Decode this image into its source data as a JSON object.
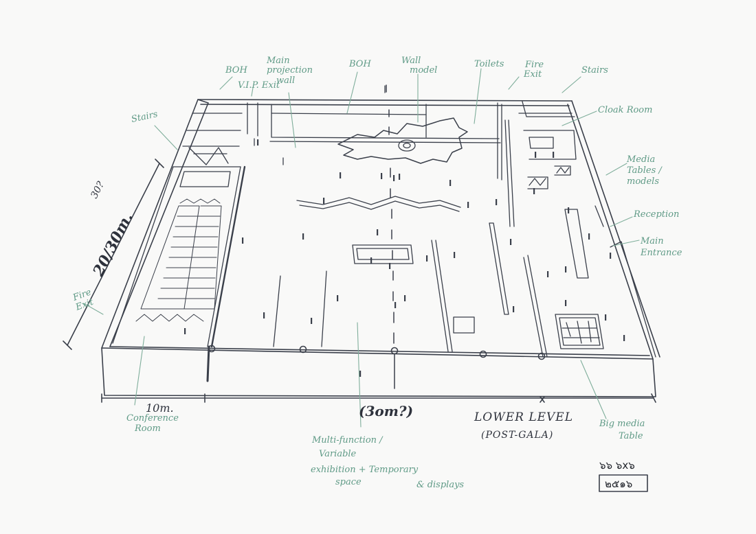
{
  "labels": {
    "boh_left": "BOH",
    "vip_exit": "V.I.P. Exit",
    "main_projection_wall_1": "Main",
    "main_projection_wall_2": "projection",
    "main_projection_wall_3": "wall",
    "boh_center": "BOH",
    "wall_model_1": "Wall",
    "wall_model_2": "model",
    "toilets": "Toilets",
    "fire_exit_top_1": "Fire",
    "fire_exit_top_2": "Exit",
    "stairs_top_right": "Stairs",
    "cloak_room": "Cloak Room",
    "stairs_left": "Stairs",
    "media_tables_1": "Media",
    "media_tables_2": "Tables /",
    "media_tables_3": "models",
    "reception": "Reception",
    "main_entrance_1": "Main",
    "main_entrance_2": "Entrance",
    "fire_exit_left_1": "Fire",
    "fire_exit_left_2": "Exit",
    "conference_room_1": "Conference",
    "conference_room_2": "Room",
    "multi_function_1": "Multi-function /",
    "multi_function_2": "Variable",
    "multi_function_3": "exhibition  +  Temporary",
    "multi_function_4": "space",
    "multi_function_5": "& displays",
    "big_media_table_1": "Big media",
    "big_media_table_2": "Table"
  },
  "dimensions": {
    "width_left": "10m.",
    "width_center": "(3om?)",
    "depth": "20/30m.",
    "depth_alt": "30?"
  },
  "title": {
    "main": "LOWER LEVEL",
    "sub": "(POST-GALA)"
  },
  "stamp": {
    "top": "๖๖ ๖x๖",
    "bottom": "๒๕๑๖"
  }
}
